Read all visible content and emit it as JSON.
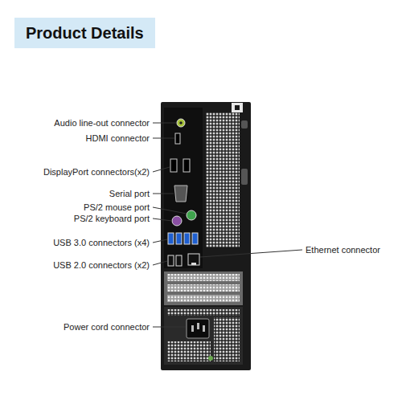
{
  "diagram": {
    "title": "Product Details",
    "labels": [
      "Audio line-out connector",
      "HDMI connector",
      "DisplayPort connectors(x2)",
      "Serial port",
      "PS/2 mouse port",
      "PS/2 keyboard port",
      "USB 3.0 connectors (x4)",
      "USB 2.0 connectors (x2)",
      "Ethernet connector",
      "Power cord connector"
    ]
  }
}
